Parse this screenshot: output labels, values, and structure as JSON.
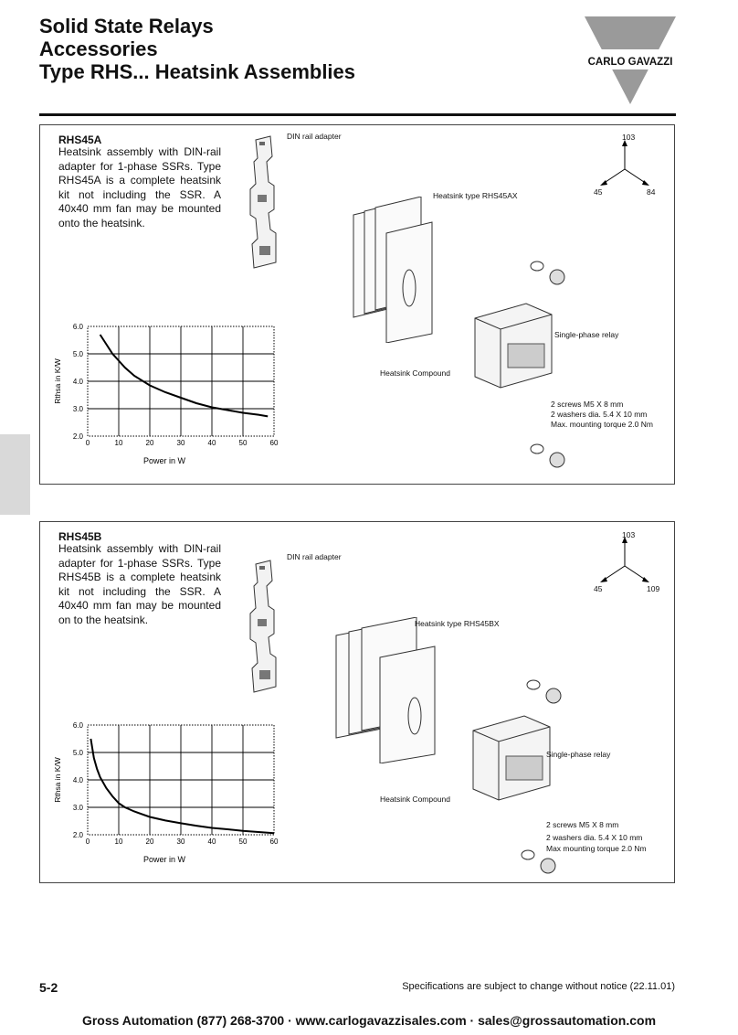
{
  "header": {
    "title_lines": [
      "Solid State Relays",
      "Accessories",
      "Type RHS... Heatsink Assemblies"
    ],
    "brand": "CARLO GAVAZZI"
  },
  "products": [
    {
      "name": "RHS45A",
      "description": "Heatsink assembly with DIN-rail adapter for 1-phase SSRs. Type RHS45A is a complete heatsink kit not including the SSR. A 40x40 mm fan may be mounted onto the heatsink.",
      "labels": {
        "din": "DIN rail adapter",
        "heatsink": "Heatsink type RHS45AX",
        "relay": "Single-phase relay",
        "compound": "Heatsink Compound",
        "screws": "2 screws M5 X 8 mm",
        "washers": "2 washers dia. 5.4 X 10 mm",
        "torque": "Max. mounting torque 2.0 Nm"
      },
      "dims": {
        "top": "103",
        "left": "45",
        "right": "84"
      }
    },
    {
      "name": "RHS45B",
      "description": "Heatsink assembly with DIN-rail adapter for 1-phase SSRs. Type RHS45B is a complete heatsink kit not including the SSR. A 40x40 mm fan may be mounted on to the heatsink.",
      "labels": {
        "din": "DIN rail adapter",
        "heatsink": "Heatsink type RHS45BX",
        "relay": "Single-phase relay",
        "compound": "Heatsink Compound",
        "screws": "2 screws M5 X 8 mm",
        "washers": "2 washers dia. 5.4 X 10 mm",
        "torque": "Max mounting torque 2.0 Nm"
      },
      "dims": {
        "top": "103",
        "left": "45",
        "right": "109"
      }
    }
  ],
  "chart_data": [
    {
      "type": "line",
      "xlabel": "Power in W",
      "ylabel": "Rthsa in K/W",
      "xlim": [
        0,
        60
      ],
      "ylim": [
        2.0,
        6.0
      ],
      "xticks": [
        "0",
        "10",
        "20",
        "30",
        "40",
        "50",
        "60"
      ],
      "yticks": [
        "2.0",
        "3.0",
        "4.0",
        "5.0",
        "6.0"
      ],
      "grid": true,
      "series": [
        {
          "x": [
            4,
            6,
            8,
            10,
            12,
            15,
            20,
            25,
            30,
            35,
            40,
            45,
            50,
            55,
            58
          ],
          "y": [
            5.7,
            5.35,
            5.0,
            4.75,
            4.5,
            4.2,
            3.85,
            3.6,
            3.4,
            3.2,
            3.05,
            2.95,
            2.85,
            2.78,
            2.72
          ]
        }
      ]
    },
    {
      "type": "line",
      "xlabel": "Power in W",
      "ylabel": "Rthsa in K/W",
      "xlim": [
        0,
        60
      ],
      "ylim": [
        2.0,
        6.0
      ],
      "xticks": [
        "0",
        "10",
        "20",
        "30",
        "40",
        "50",
        "60"
      ],
      "yticks": [
        "2.0",
        "3.0",
        "4.0",
        "5.0",
        "6.0"
      ],
      "grid": true,
      "series": [
        {
          "x": [
            1,
            2,
            3,
            4,
            6,
            8,
            10,
            12,
            15,
            20,
            25,
            30,
            35,
            40,
            45,
            50,
            55,
            60
          ],
          "y": [
            5.5,
            4.8,
            4.4,
            4.1,
            3.7,
            3.4,
            3.15,
            3.0,
            2.85,
            2.65,
            2.52,
            2.42,
            2.33,
            2.25,
            2.2,
            2.14,
            2.1,
            2.06
          ]
        }
      ]
    }
  ],
  "footer": {
    "page": "5-2",
    "spec": "Specifications are subject to change without notice (22.11.01)",
    "contact": "Gross Automation (877) 268-3700 · www.carlogavazzisales.com · sales@grossautomation.com"
  }
}
